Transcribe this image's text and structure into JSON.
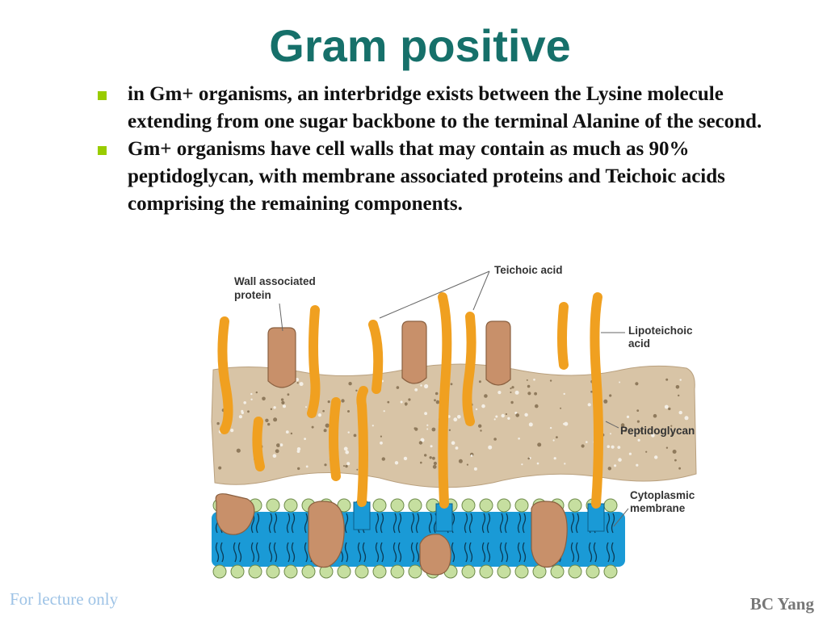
{
  "slide": {
    "title": "Gram positive",
    "bullets": [
      "in Gm+ organisms, an interbridge exists between the Lysine molecule extending from one sugar backbone to the terminal Alanine of the second.",
      "Gm+ organisms have cell walls that may contain as much as 90% peptidoglycan, with membrane associated proteins and Teichoic acids comprising the remaining components."
    ],
    "footer_left": "For lecture only",
    "footer_right": "BC Yang"
  },
  "diagram": {
    "labels": {
      "wall_protein_line1": "Wall associated",
      "wall_protein_line2": "protein",
      "teichoic": "Teichoic acid",
      "lipoteichoic_line1": "Lipoteichoic",
      "lipoteichoic_line2": "acid",
      "peptidoglycan": "Peptidoglycan",
      "membrane_line1": "Cytoplasmic",
      "membrane_line2": "membrane"
    },
    "colors": {
      "title": "#16706a",
      "bullet_marker": "#99cc00",
      "peptidoglycan": "#d8c4a6",
      "teichoic_acid": "#f0a020",
      "protein": "#c8906a",
      "membrane": "#1a9ad6",
      "lipid_head": "#c6dfa0"
    }
  }
}
